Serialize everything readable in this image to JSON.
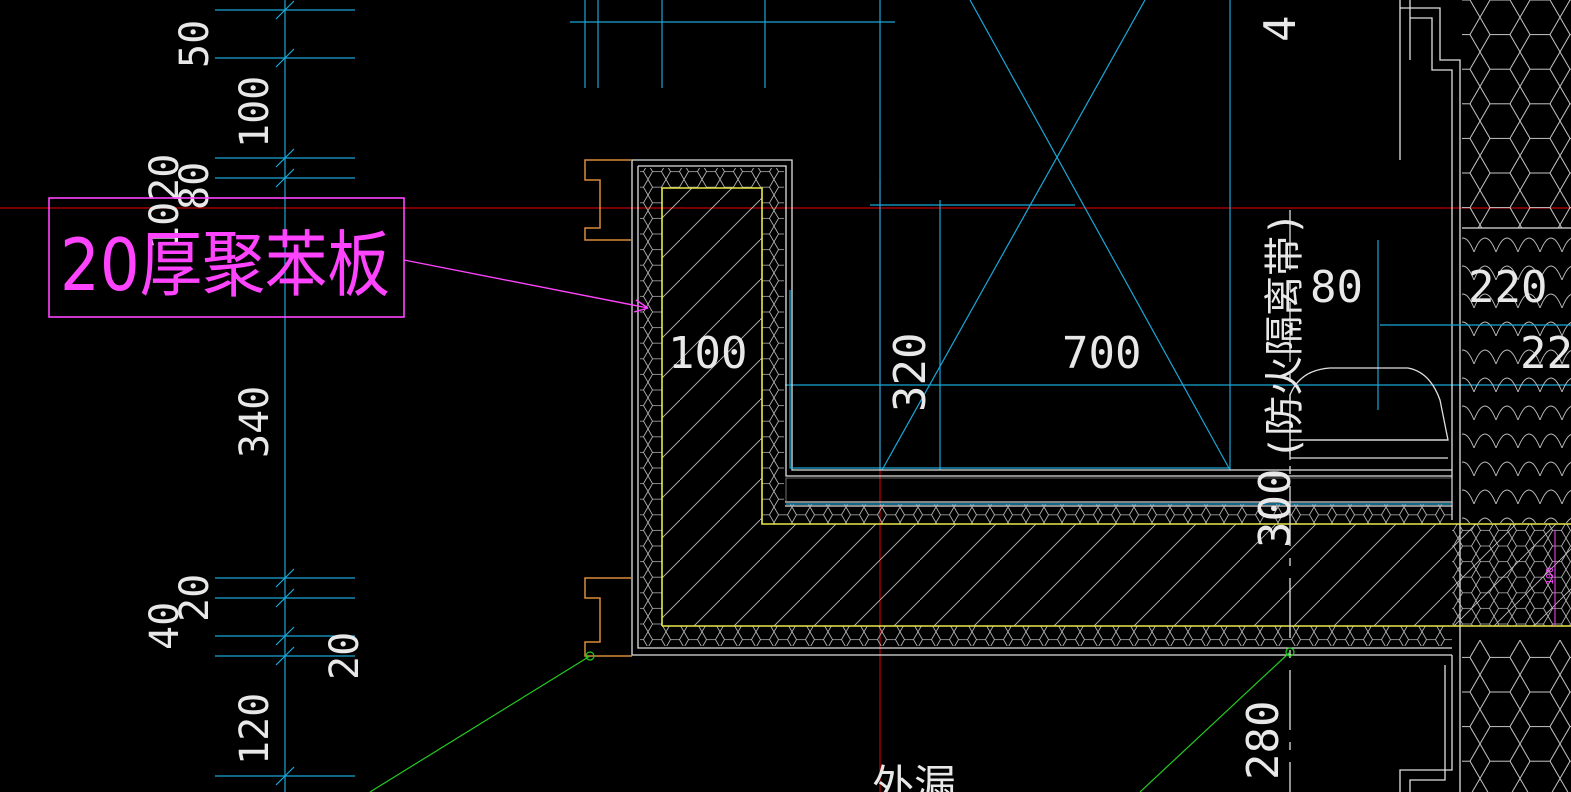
{
  "drawing": {
    "callout_label": "20厚聚苯板",
    "dimensions_left": [
      "50",
      "100",
      "1020",
      "80",
      "340",
      "20",
      "40",
      "20",
      "120"
    ],
    "dim_inner_width": "100",
    "dim_span": "700",
    "dim_320": "320",
    "dim_80": "80",
    "dim_220": "220",
    "dim_22": "22",
    "dim_4": "4",
    "dim_300": "300",
    "dim_280": "280",
    "fire_band_label": "(防火隔离带)",
    "bottom_label": "外漏",
    "small_dim": "100"
  },
  "colors": {
    "background": "#000000",
    "dimension_lines": "#1aa7d8",
    "insulation_outline": "#e8e84a",
    "callout": "#ff44ff",
    "axis_line": "#c00000",
    "leader_green": "#22cc22"
  }
}
